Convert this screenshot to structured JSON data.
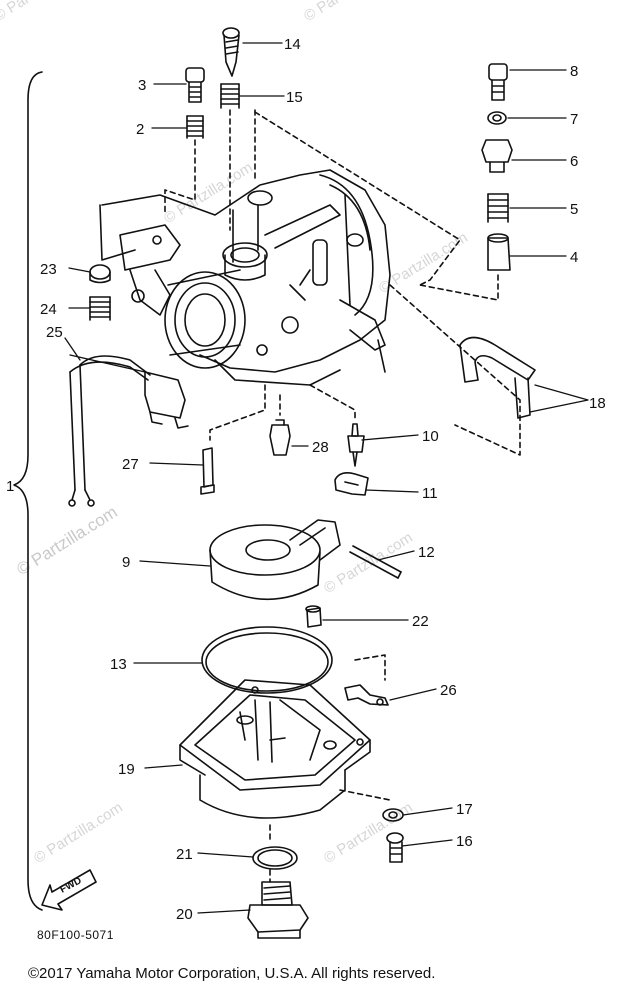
{
  "watermark": "© Partzilla.com",
  "drawing_code": "80F100-5071",
  "copyright": "©2017  Yamaha Motor Corporation, U.S.A. All rights reserved.",
  "fwd_label": "FWD",
  "callouts": {
    "c1": "1",
    "c2": "2",
    "c3": "3",
    "c4": "4",
    "c5": "5",
    "c6": "6",
    "c7": "7",
    "c8": "8",
    "c9": "9",
    "c10": "10",
    "c11": "11",
    "c12": "12",
    "c13": "13",
    "c14": "14",
    "c15": "15",
    "c16": "16",
    "c17": "17",
    "c18": "18",
    "c19": "19",
    "c20": "20",
    "c21": "21",
    "c22": "22",
    "c23": "23",
    "c24": "24",
    "c25": "25",
    "c26": "26",
    "c27": "27",
    "c28": "28"
  }
}
